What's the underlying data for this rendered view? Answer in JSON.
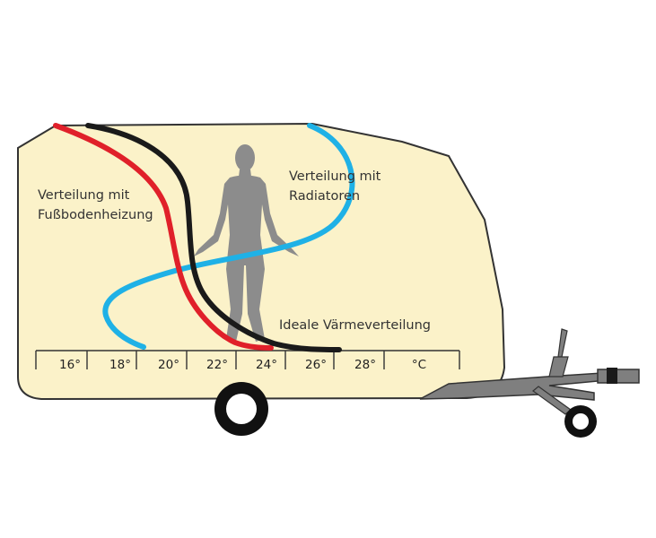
{
  "labels": {
    "floor_heating_line1": "Verteilung mit",
    "floor_heating_line2": "Fußbodenheizung",
    "radiators_line1": "Verteilung mit",
    "radiators_line2": "Radiatoren",
    "ideal": "Ideale Värmeverteilung"
  },
  "scale": {
    "ticks": [
      "16°",
      "18°",
      "20°",
      "22°",
      "24°",
      "26°",
      "28°",
      "°C"
    ]
  },
  "colors": {
    "body_fill": "#fbf2c9",
    "outline": "#333333",
    "floor_heating": "#e0202a",
    "ideal": "#1a1a1a",
    "radiators": "#1fb1e6",
    "person": "#8c8c8c",
    "chassis": "#7f7f7f"
  },
  "icons": {
    "person": "human-silhouette-icon",
    "wheel": "wheel-icon"
  }
}
